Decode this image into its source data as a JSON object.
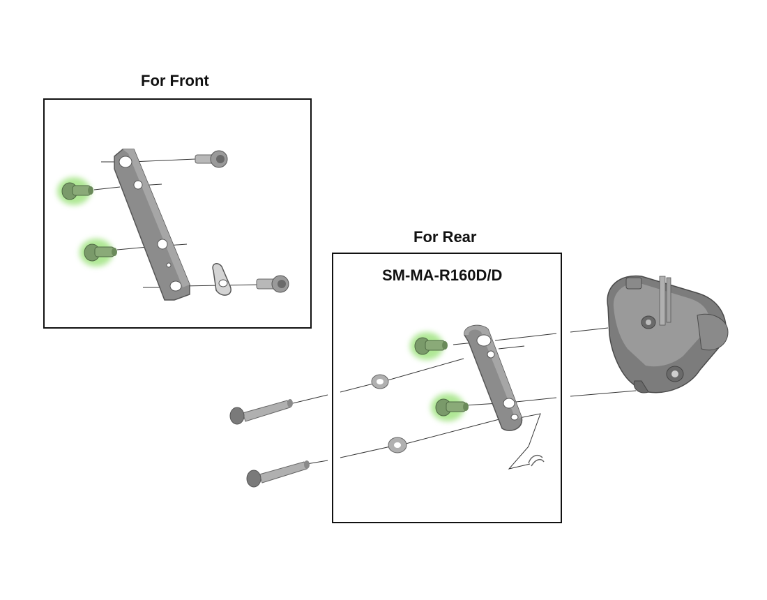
{
  "front": {
    "title": "For Front"
  },
  "rear": {
    "title": "For Rear",
    "model": "SM-MA-R160D/D"
  },
  "colors": {
    "part_gray": "#8c8c8c",
    "part_dark": "#5e5e5e",
    "part_light": "#c4c4c4",
    "highlight_green": "#9be27a",
    "frame": "#111111"
  }
}
